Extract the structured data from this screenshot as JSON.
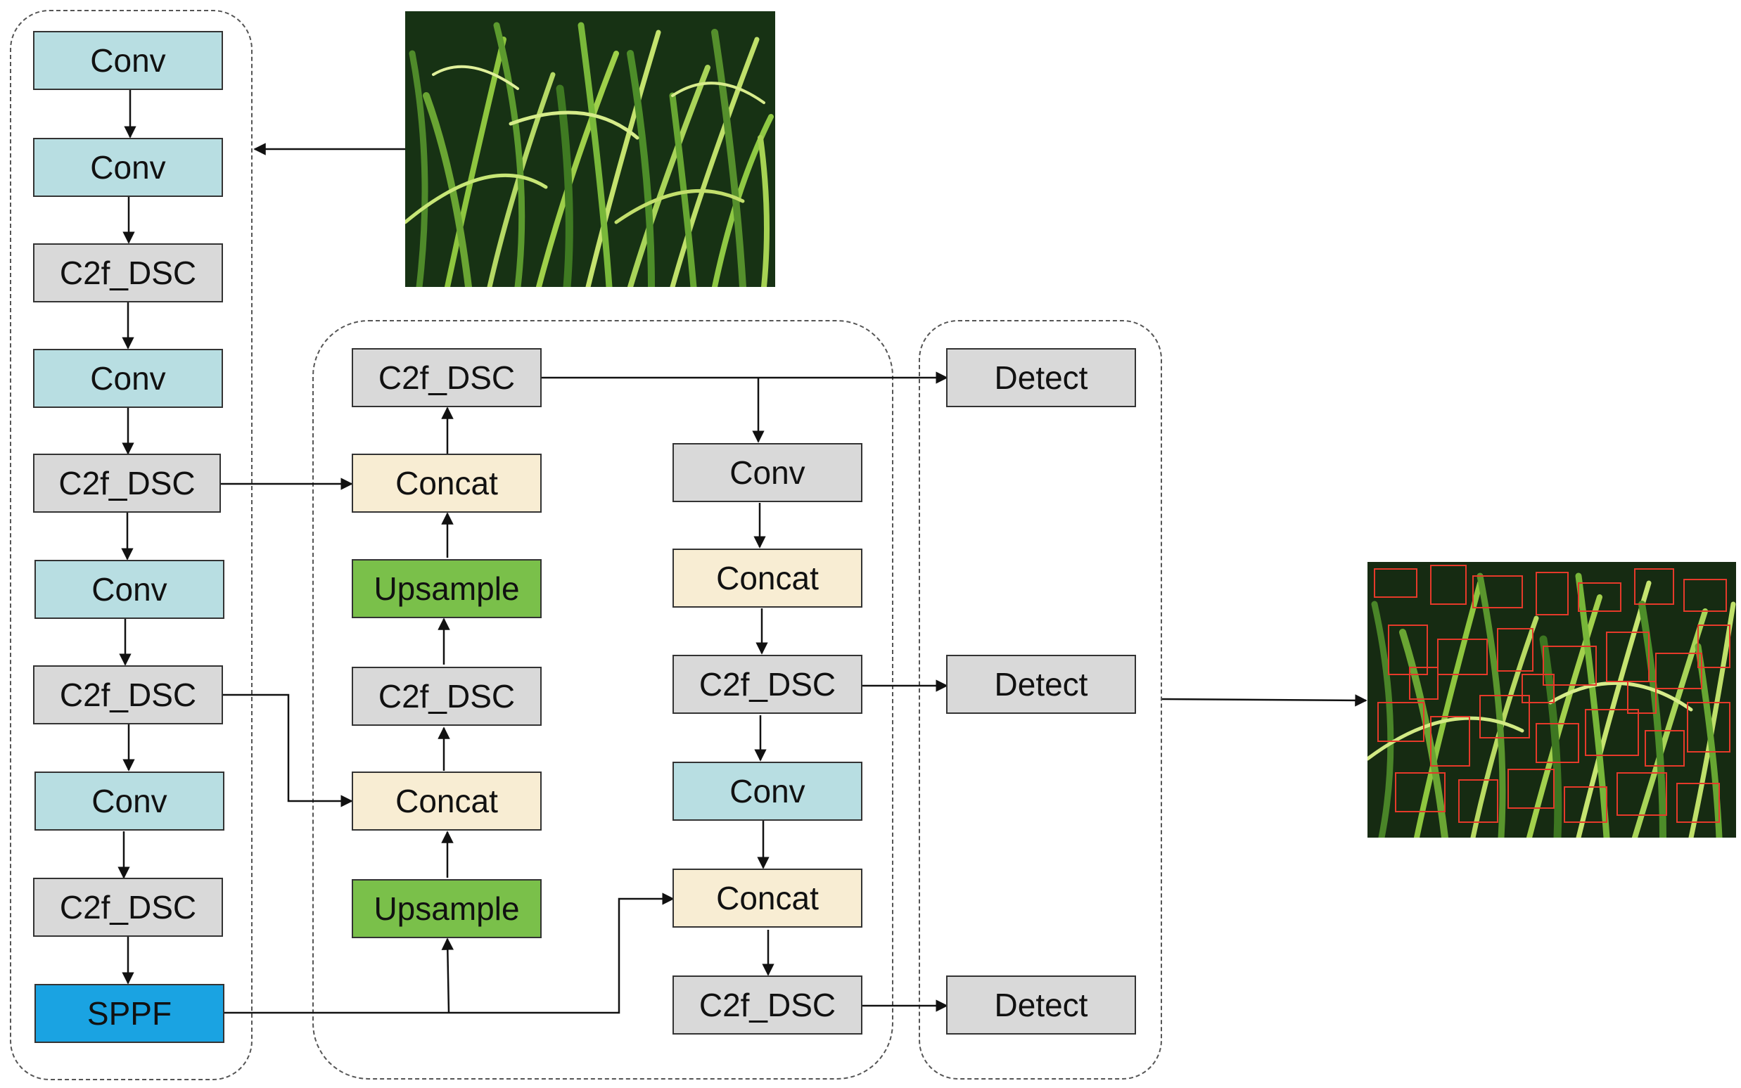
{
  "colors": {
    "conv": "#b8dee2",
    "c2f": "#d9d9d9",
    "concat": "#f8edd3",
    "upsample": "#7ac04a",
    "sppf": "#1aa3e2",
    "detect": "#d9d9d9",
    "line": "#111111",
    "detection_box": "#e53a2a"
  },
  "backbone": {
    "n1": "Conv",
    "n2": "Conv",
    "n3": "C2f_DSC",
    "n4": "Conv",
    "n5": "C2f_DSC",
    "n6": "Conv",
    "n7": "C2f_DSC",
    "n8": "Conv",
    "n9": "C2f_DSC",
    "n10": "SPPF"
  },
  "neck": {
    "top_c2f": "C2f_DSC",
    "concat_a": "Concat",
    "upsample_a": "Upsample",
    "c2f_mid": "C2f_DSC",
    "concat_b": "Concat",
    "upsample_b": "Upsample",
    "conv_r1": "Conv",
    "concat_r1": "Concat",
    "c2f_r1": "C2f_DSC",
    "conv_r2": "Conv",
    "concat_r2": "Concat",
    "c2f_r2": "C2f_DSC"
  },
  "head": {
    "detect1": "Detect",
    "detect2": "Detect",
    "detect3": "Detect"
  },
  "images": {
    "input": "rice-field-input-photo",
    "output": "rice-field-detection-result-photo"
  }
}
